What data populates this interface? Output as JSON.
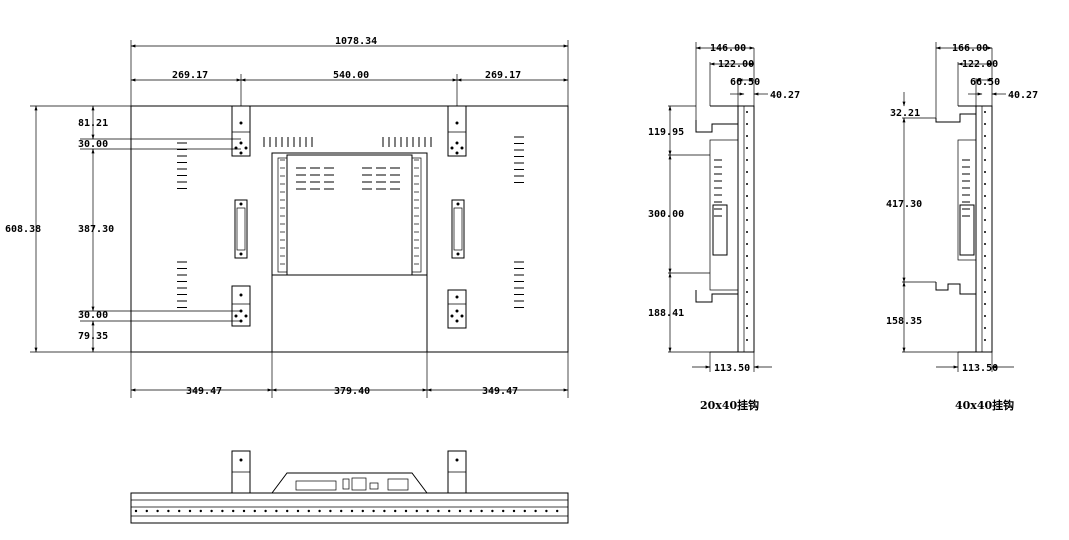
{
  "front_view": {
    "overall_width": "1078.34",
    "top_left_offset": "269.17",
    "top_center_span": "540.00",
    "top_right_offset": "269.17",
    "bottom_left": "349.47",
    "bottom_center": "379.40",
    "bottom_right": "349.47",
    "overall_height": "608.38",
    "left_top_offset": "81.21",
    "left_bracket_top": "30.00",
    "left_middle": "387.30",
    "left_bracket_bottom": "30.00",
    "left_bottom_offset": "79.35"
  },
  "side_view_20x40": {
    "w1": "146.00",
    "w2": "122.00",
    "w3": "66.50",
    "w4": "40.27",
    "h_top": "119.95",
    "h_mid": "300.00",
    "h_bottom": "188.41",
    "depth": "113.50",
    "caption": "20x40挂钩"
  },
  "side_view_40x40": {
    "w1": "166.00",
    "w2": "122.00",
    "w3": "66.50",
    "w4": "40.27",
    "h_top": "32.21",
    "h_mid": "417.30",
    "h_bottom": "158.35",
    "depth": "113.50",
    "caption": "40x40挂钩"
  }
}
